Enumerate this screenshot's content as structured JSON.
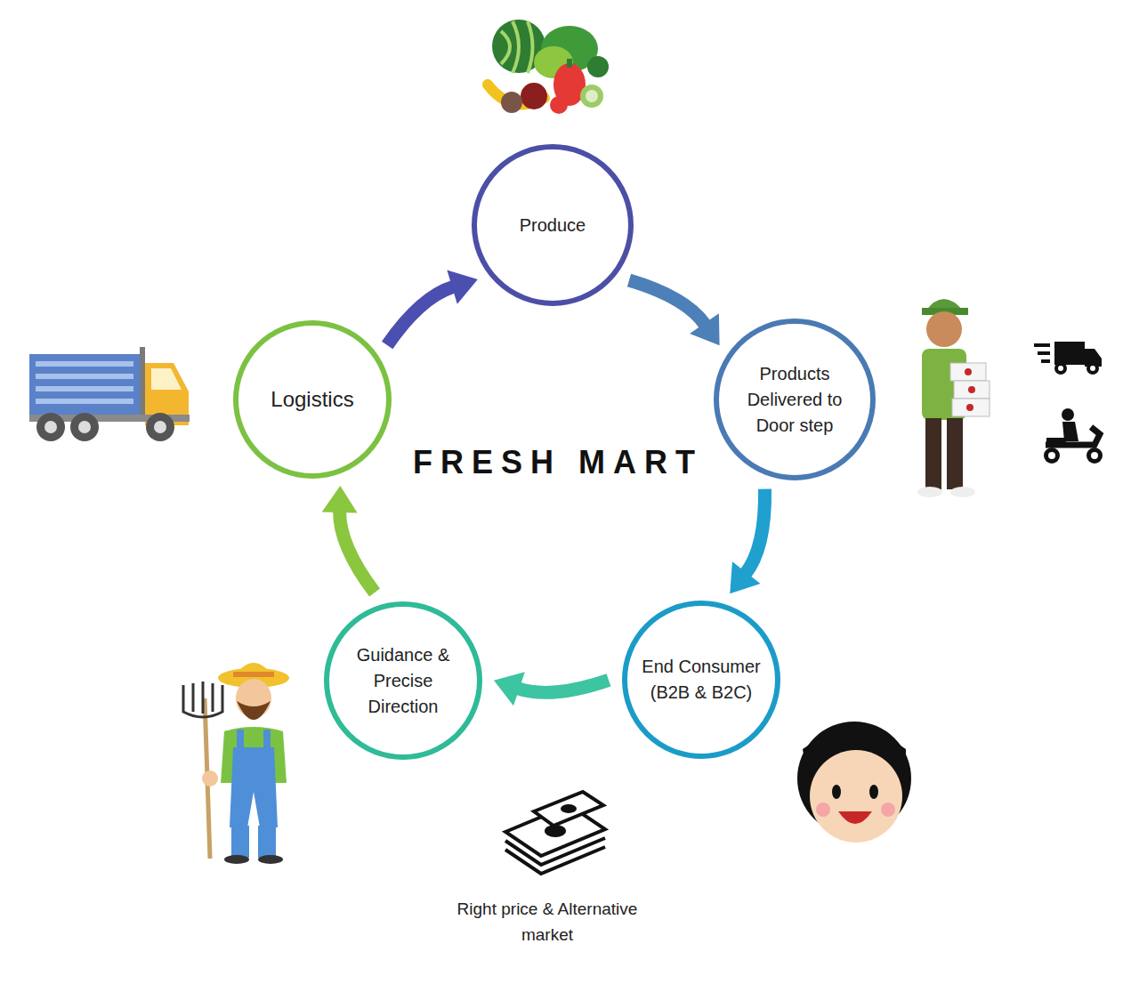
{
  "diagram": {
    "title": "FRESH MART",
    "nodes": [
      {
        "text": [
          "Produce"
        ]
      },
      {
        "text": [
          "Products Delivered to Door step"
        ]
      },
      {
        "text": [
          "End Consumer (B2B & B2C)"
        ]
      },
      {
        "text": [
          "Guidance & Precise Direction"
        ]
      },
      {
        "text": [
          "Logistics"
        ]
      }
    ],
    "edges": [
      {
        "from": 0,
        "to": 1,
        "arrow": "to"
      },
      {
        "from": 1,
        "to": 2,
        "arrow": "to"
      },
      {
        "from": 2,
        "to": 3,
        "arrow": "to"
      },
      {
        "from": 3,
        "to": 4,
        "arrow": "to"
      },
      {
        "from": 4,
        "to": 0,
        "arrow": "to"
      }
    ],
    "labels": [
      "Right price & Alternative market"
    ]
  }
}
